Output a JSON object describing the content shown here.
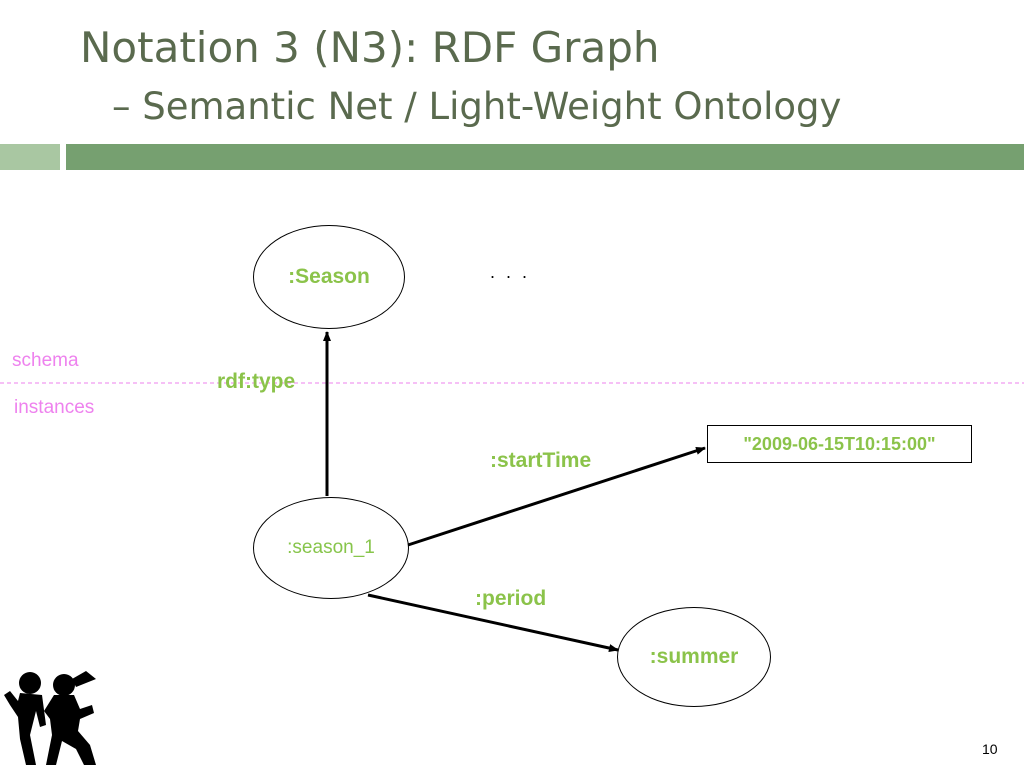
{
  "slide": {
    "title": "Notation 3 (N3): RDF Graph",
    "subtitle_dash": "–",
    "subtitle": "Semantic Net / Light-Weight Ontology",
    "page_number": "10"
  },
  "diagram": {
    "zones": {
      "upper": "schema",
      "lower": "instances"
    },
    "nodes": {
      "season_class": ":Season",
      "season_instance": ":season_1",
      "summer": ":summer",
      "literal": "\"2009-06-15T10:15:00\""
    },
    "edges": {
      "type": "rdf:type",
      "start_time": ":startTime",
      "period": ":period"
    },
    "ellipsis": ". . ."
  },
  "colors": {
    "title_text": "#5a6a4e",
    "accent_bar_light": "#a9c7a2",
    "accent_bar_dark": "#76a070",
    "label_green": "#8bc34a",
    "zone_pink": "#ee82ee"
  }
}
